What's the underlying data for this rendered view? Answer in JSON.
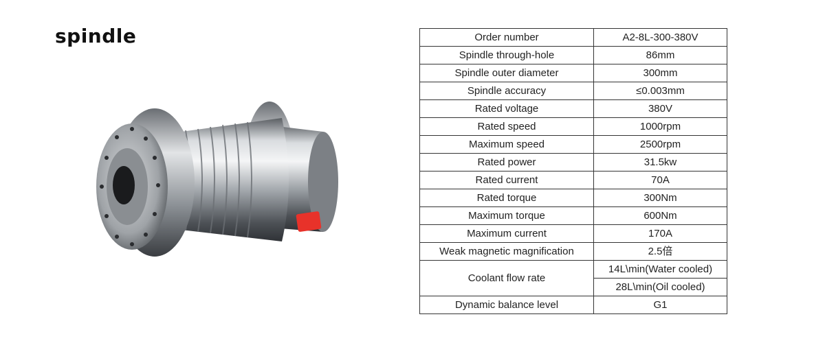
{
  "page": {
    "title": "spindle"
  },
  "image": {
    "subject-icon": "motorized-spindle-photo",
    "accent_color": "#e8322a"
  },
  "specs": {
    "order_number": {
      "label": "Order number",
      "value": "A2-8L-300-380V"
    },
    "through_hole": {
      "label": "Spindle through-hole",
      "value": "86mm"
    },
    "outer_diameter": {
      "label": "Spindle outer diameter",
      "value": "300mm"
    },
    "accuracy": {
      "label": "Spindle accuracy",
      "value": "≤0.003mm"
    },
    "rated_voltage": {
      "label": "Rated voltage",
      "value": "380V"
    },
    "rated_speed": {
      "label": "Rated speed",
      "value": "1000rpm"
    },
    "max_speed": {
      "label": "Maximum speed",
      "value": "2500rpm"
    },
    "rated_power": {
      "label": "Rated power",
      "value": "31.5kw"
    },
    "rated_current": {
      "label": "Rated current",
      "value": "70A"
    },
    "rated_torque": {
      "label": "Rated torque",
      "value": "300Nm"
    },
    "max_torque": {
      "label": "Maximum torque",
      "value": "600Nm"
    },
    "max_current": {
      "label": "Maximum current",
      "value": "170A"
    },
    "weak_magnetic": {
      "label": "Weak magnetic magnification",
      "value": "2.5倍"
    },
    "coolant": {
      "label": "Coolant flow rate",
      "value_water": "14L\\min(Water cooled)",
      "value_oil": "28L\\min(Oil cooled)"
    },
    "balance": {
      "label": "Dynamic balance level",
      "value": "G1"
    }
  }
}
